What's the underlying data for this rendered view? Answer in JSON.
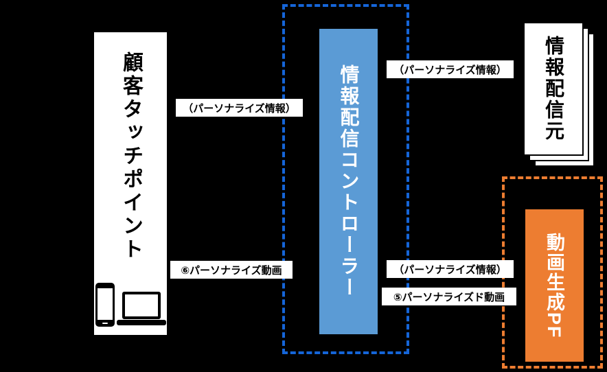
{
  "diagram": {
    "background": "#000000",
    "touchpoint": {
      "label": "顧客タッチポイント"
    },
    "controller": {
      "label": "情報配信コントローラー",
      "fill": "#5b9bd5",
      "dash_color": "#1565d8"
    },
    "source": {
      "label": "情報配信元"
    },
    "video_pf": {
      "label": "動画生成PF",
      "fill": "#ed7d31",
      "dash_color": "#ed7d31"
    },
    "labels": {
      "touchpoint_info": "（パーソナライズ情報）",
      "source_info": "（パーソナライズ情報）",
      "touchpoint_video": "⑥パーソナライズ動画",
      "pf_info": "（パーソナライズ情報）",
      "pf_video": "⑤パーソナライズド動画"
    },
    "icons": {
      "smartphone": "smartphone-icon",
      "laptop": "laptop-icon"
    }
  }
}
